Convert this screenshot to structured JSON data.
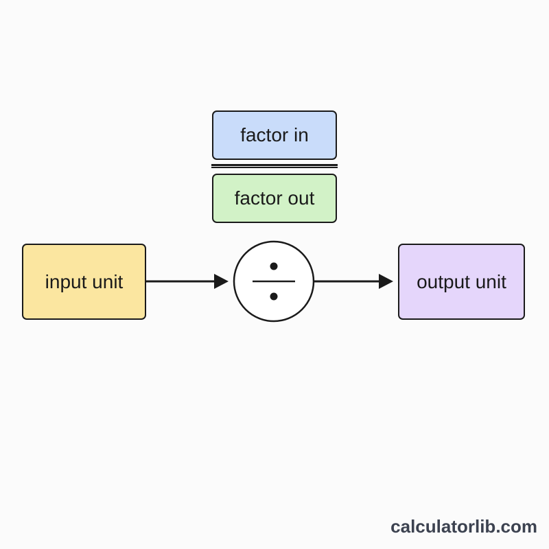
{
  "diagram": {
    "factor_in": {
      "label": "factor in",
      "fill": "#c9dcfa"
    },
    "factor_out": {
      "label": "factor out",
      "fill": "#d2f2c7"
    },
    "input_unit": {
      "label": "input unit",
      "fill": "#fbe6a0"
    },
    "output_unit": {
      "label": "output unit",
      "fill": "#e5d6fb"
    },
    "operator": {
      "symbol": "÷",
      "icon": "divide-icon"
    },
    "stroke_color": "#1a1a1a"
  },
  "watermark": {
    "text": "calculatorlib.com"
  }
}
